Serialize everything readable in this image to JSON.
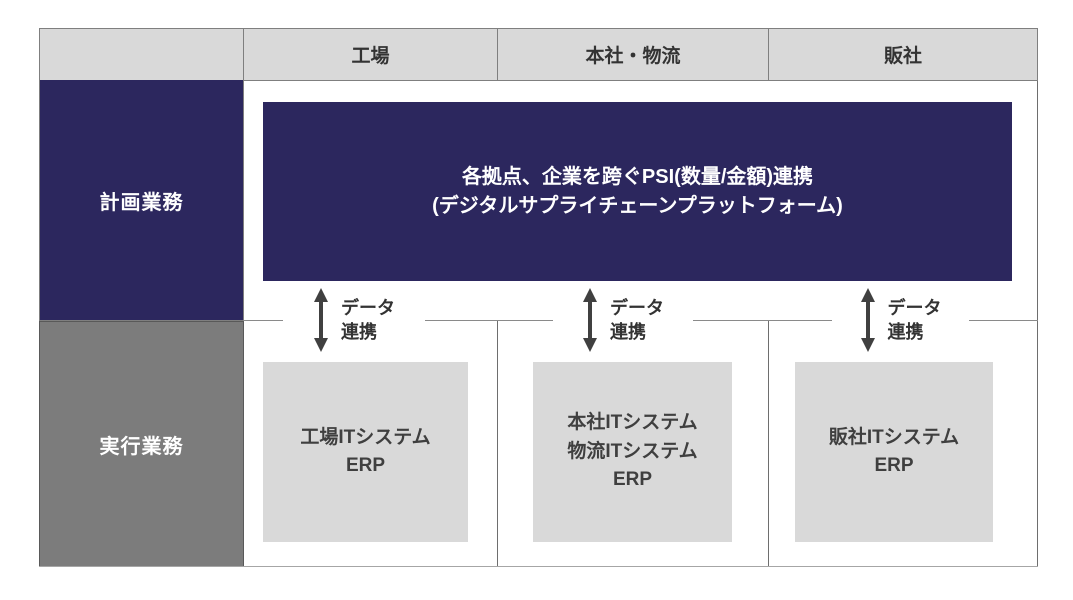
{
  "colors": {
    "navy": "#2c275e",
    "row_label_gray": "#7c7c7c",
    "cell_light_gray": "#d9d9d9",
    "text_dark": "#3f3f3f",
    "arrow_dark": "#404040",
    "grid_line": "#8a8a8a"
  },
  "header": {
    "row_label_column": "",
    "columns": [
      "工場",
      "本社・物流",
      "販社"
    ]
  },
  "row_labels": {
    "planning": "計画業務",
    "execution": "実行業務"
  },
  "main_box": {
    "line1": "各拠点、企業を跨ぐPSI(数量/金額)連携",
    "line2": "(デジタルサプライチェーンプラットフォーム)"
  },
  "data_link_label": {
    "line1": "データ",
    "line2": "連携"
  },
  "system_boxes": [
    {
      "lines": [
        "工場ITシステム",
        "ERP"
      ]
    },
    {
      "lines": [
        "本社ITシステム",
        "物流ITシステム",
        "ERP"
      ]
    },
    {
      "lines": [
        "販社ITシステム",
        "ERP"
      ]
    }
  ]
}
